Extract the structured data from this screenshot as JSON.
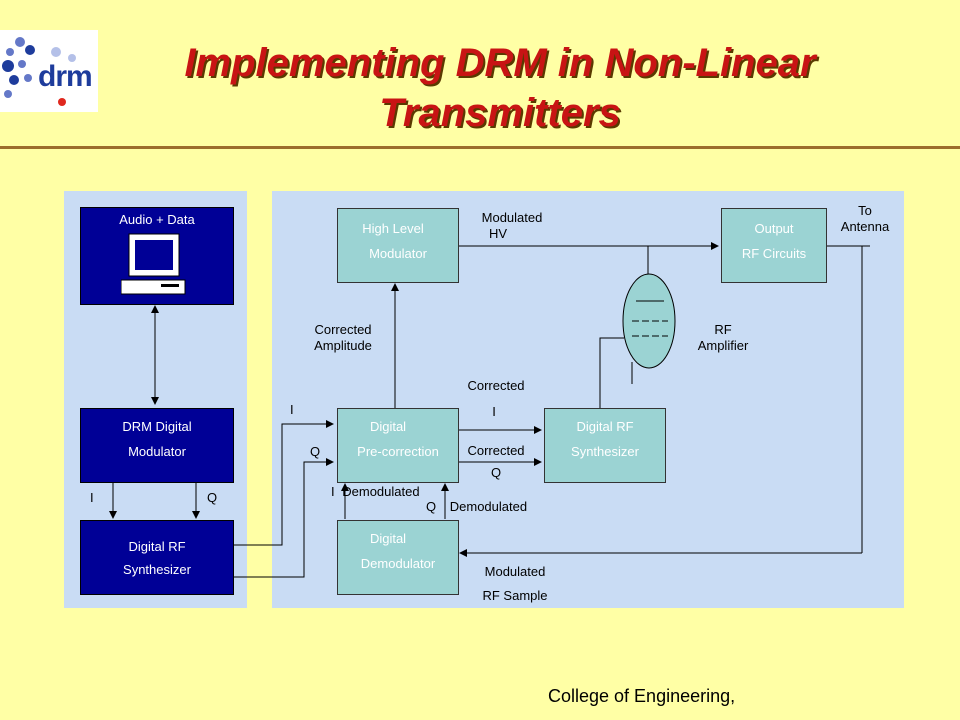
{
  "title": "Implementing DRM in Non-Linear Transmitters",
  "logo_text": "drm",
  "footer": "College of Engineering,",
  "blocks": {
    "audio": "Audio + Data",
    "drm_mod_1": "DRM Digital",
    "drm_mod_2": "Modulator",
    "synth_left_1": "Digital RF",
    "synth_left_2": "Synthesizer",
    "hl_mod_1": "High Level",
    "hl_mod_2": "Modulator",
    "output_1": "Output",
    "output_2": "RF Circuits",
    "precorr_1": "Digital",
    "precorr_2": "Pre-correction",
    "synth_right_1": "Digital RF",
    "synth_right_2": "Synthesizer",
    "demod_1": "Digital",
    "demod_2": "Demodulator"
  },
  "labels": {
    "i_left": "I",
    "q_left": "Q",
    "i_in": "I",
    "q_in": "Q",
    "modulated_hv_1": "Modulated",
    "modulated_hv_2": "HV",
    "to_antenna_1": "To",
    "to_antenna_2": "Antenna",
    "corr_amp_1": "Corrected",
    "corr_amp_2": "Amplitude",
    "rf_amp_1": "RF",
    "rf_amp_2": "Amplifier",
    "corrected_i_1": "Corrected",
    "corrected_i_2": "I",
    "corrected_q_1": "Corrected",
    "corrected_q_2": "Q",
    "i_demod_i": "I",
    "i_demod_text": "Demodulated",
    "q_demod_q": "Q",
    "q_demod_text": "Demodulated",
    "mod_rf_1": "Modulated",
    "mod_rf_2": "RF Sample"
  },
  "colors": {
    "title": "#C81414",
    "background": "#FFFFA5",
    "panel": "#C9DCF4",
    "navy_block": "#000096",
    "teal_block": "#9BD3D3"
  }
}
